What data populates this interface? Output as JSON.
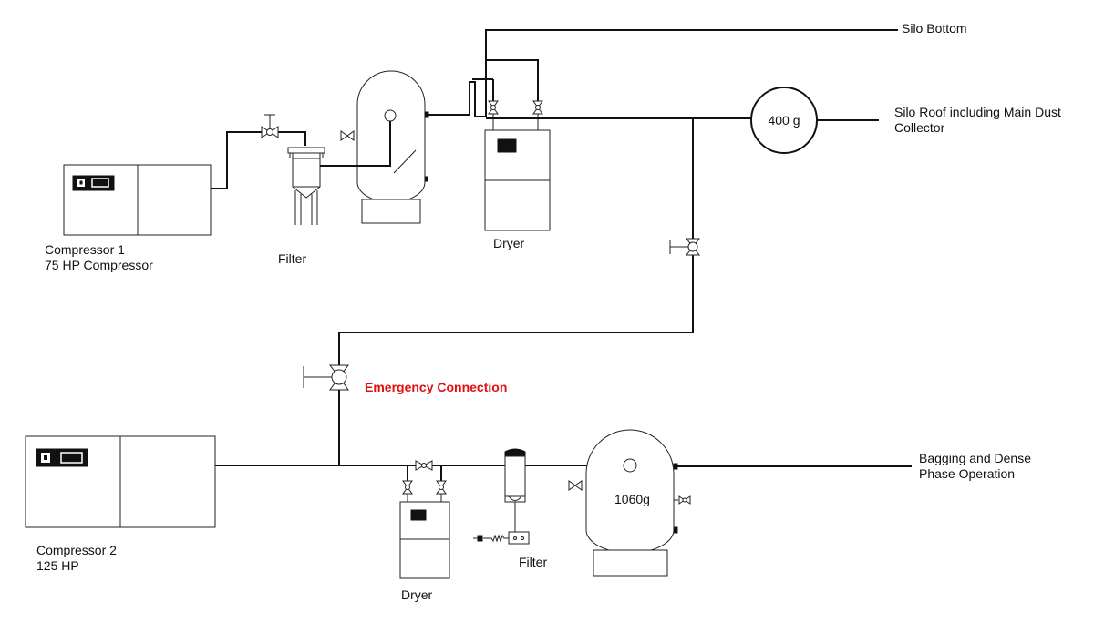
{
  "labels": {
    "silo_bottom": "Silo Bottom",
    "silo_roof_line1": "Silo Roof including Main Dust",
    "silo_roof_line2": "Collector",
    "receiver_top": "400 g",
    "compressor1_line1": "Compressor 1",
    "compressor1_line2": "75 HP Compressor",
    "filter_top": "Filter",
    "dryer_top": "Dryer",
    "emergency": "Emergency Connection",
    "compressor2_line1": "Compressor 2",
    "compressor2_line2": "125 HP",
    "dryer_bottom": "Dryer",
    "filter_bottom": "Filter",
    "tank_bottom": "1060g",
    "bagging_line1": "Bagging and Dense",
    "bagging_line2": "Phase Operation"
  },
  "colors": {
    "line": "#111111",
    "emergency": "#e01010"
  }
}
